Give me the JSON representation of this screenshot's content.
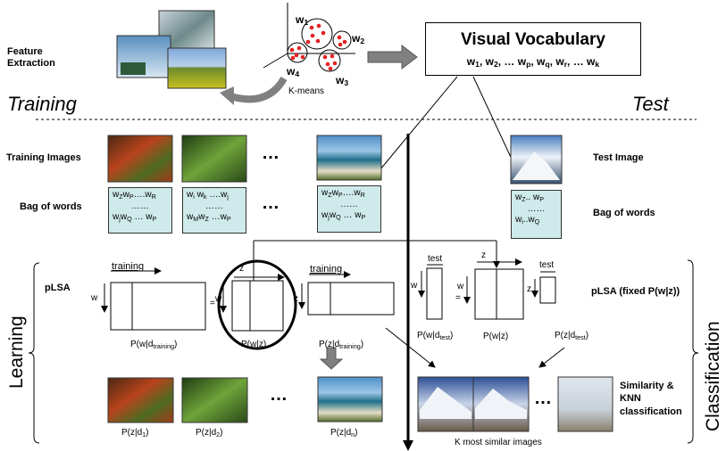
{
  "feature_extraction": "Feature\nExtraction",
  "training_caption": "Training",
  "test_caption": "Test",
  "kmeans_label": "K-means",
  "clusters": {
    "w1": "w",
    "w1s": "1",
    "w2": "w",
    "w2s": "2",
    "w3": "w",
    "w3s": "3",
    "w4": "w",
    "w4s": "4"
  },
  "visual_vocabulary": {
    "title": "Visual Vocabulary",
    "words": "w1, w2, … wp, wq, wr, … wk"
  },
  "training_images_label": "Training Images",
  "bag_of_words_label": "Bag of words",
  "ellipsis": "…",
  "test_image_label": "Test Image",
  "bag_of_words_test_label": "Bag of words",
  "plsa_label": "pLSA",
  "plsa_fixed_label": "pLSA (fixed P(w|z))",
  "learning_label": "Learning",
  "classification_label": "Classification",
  "axis_labels": {
    "training": "training",
    "z": "z",
    "w": "w",
    "test": "test"
  },
  "equals": "=",
  "matrix_captions": {
    "pwd_training": "P(w|d",
    "pwd_training_sub": "training",
    "pwz": "P(w|z)",
    "pzd_training": "P(z|d",
    "pzd_training_sub": "training",
    "pwd_test": "P(w|d",
    "pwd_test_sub": "test",
    "pwz_test": "P(w|z)",
    "pzd_test": "P(z|d",
    "pzd_test_sub": "test"
  },
  "pzd_captions": [
    {
      "main": "P(z|d",
      "sub": "1"
    },
    {
      "main": "P(z|d",
      "sub": "2"
    },
    {
      "main": "P(z|d",
      "sub": "n"
    }
  ],
  "similarity_label": "Similarity &\nKNN\nclassification",
  "k_most_similar": "K most similar images",
  "colors": {
    "bag_fill": "#cfeaea",
    "arrow_fill": "#808080"
  }
}
